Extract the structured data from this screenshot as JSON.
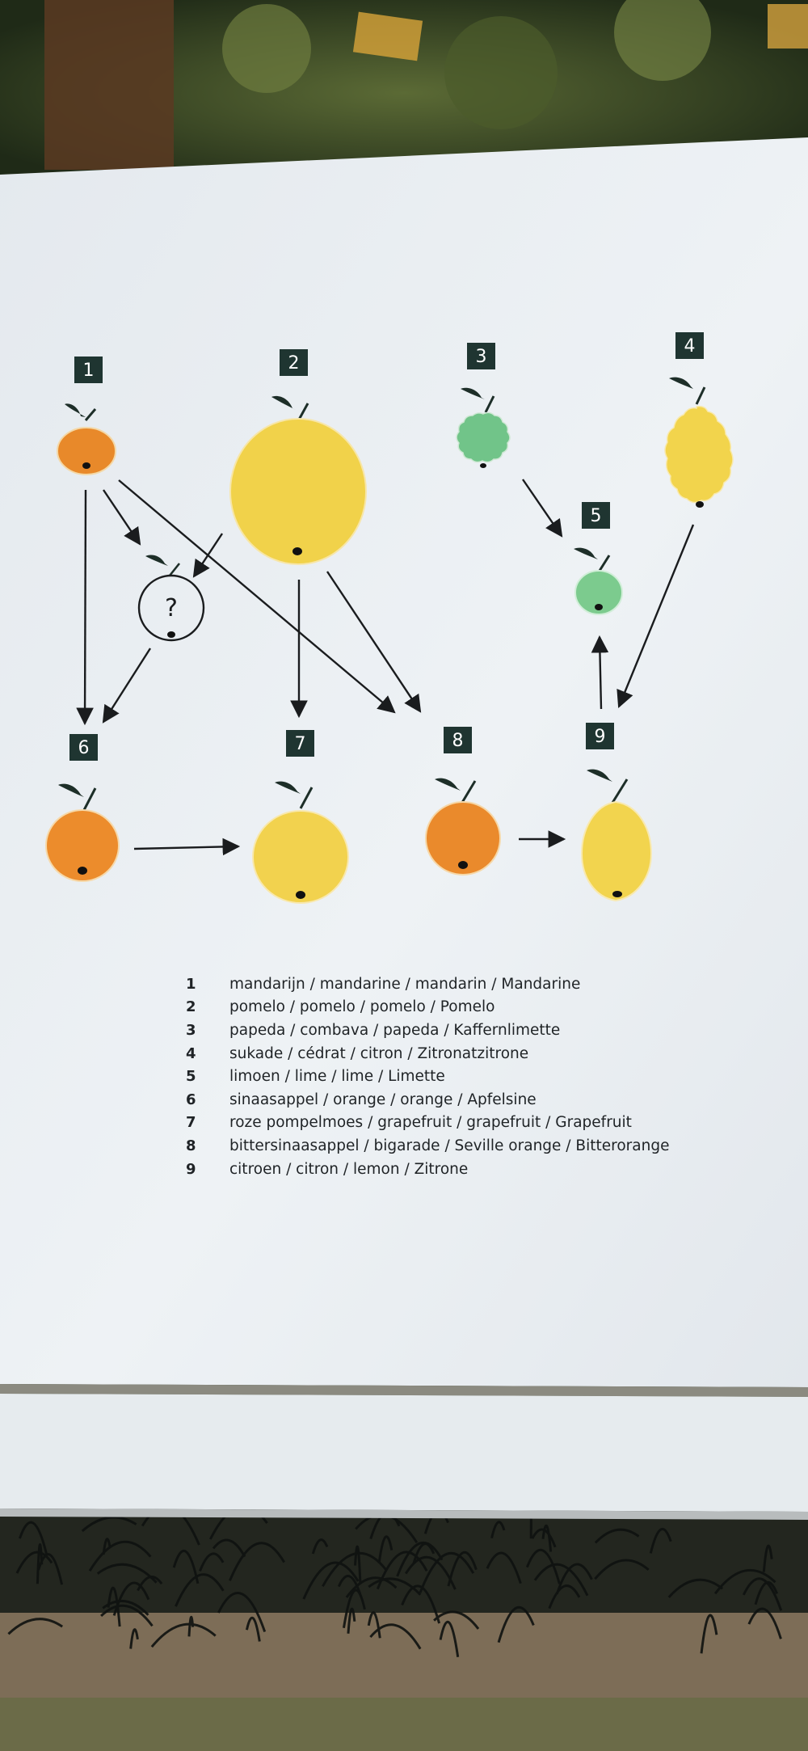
{
  "diagram": {
    "fruits": [
      {
        "id": 1,
        "label": "1",
        "color": "#e8892a",
        "size": "small",
        "shape": "round"
      },
      {
        "id": 2,
        "label": "2",
        "color": "#f1d24a",
        "size": "large",
        "shape": "round"
      },
      {
        "id": 3,
        "label": "3",
        "color": "#71c489",
        "size": "small",
        "shape": "bumpy"
      },
      {
        "id": 4,
        "label": "4",
        "color": "#f2d44c",
        "size": "medium",
        "shape": "bumpy-oblong"
      },
      {
        "id": 5,
        "label": "5",
        "color": "#7ccb8e",
        "size": "small",
        "shape": "round"
      },
      {
        "id": 6,
        "label": "6",
        "color": "#ec8c2c",
        "size": "medium",
        "shape": "round"
      },
      {
        "id": 7,
        "label": "7",
        "color": "#f2d24e",
        "size": "medium",
        "shape": "round"
      },
      {
        "id": 8,
        "label": "8",
        "color": "#ea8a2c",
        "size": "medium",
        "shape": "round"
      },
      {
        "id": 9,
        "label": "9",
        "color": "#f2d44e",
        "size": "medium",
        "shape": "oval"
      }
    ],
    "unknown_parent": {
      "symbol": "?"
    },
    "arrows": [
      {
        "from": "1",
        "to": "6"
      },
      {
        "from": "1",
        "to": "?"
      },
      {
        "from": "1",
        "to": "8"
      },
      {
        "from": "2",
        "to": "?"
      },
      {
        "from": "2",
        "to": "7"
      },
      {
        "from": "2",
        "to": "8"
      },
      {
        "from": "?",
        "to": "6"
      },
      {
        "from": "3",
        "to": "5"
      },
      {
        "from": "4",
        "to": "9"
      },
      {
        "from": "9",
        "to": "5"
      },
      {
        "from": "6",
        "to": "7"
      },
      {
        "from": "8",
        "to": "9"
      }
    ]
  },
  "legend": [
    {
      "num": "1",
      "text": "mandarijn / mandarine / mandarin / Mandarine"
    },
    {
      "num": "2",
      "text": "pomelo / pomelo / pomelo / Pomelo"
    },
    {
      "num": "3",
      "text": "papeda / combava / papeda / Kaffernlimette"
    },
    {
      "num": "4",
      "text": "sukade / cédrat / citron / Zitronatzitrone"
    },
    {
      "num": "5",
      "text": "limoen / lime / lime / Limette"
    },
    {
      "num": "6",
      "text": "sinaasappel / orange / orange / Apfelsine"
    },
    {
      "num": "7",
      "text": "roze pompelmoes / grapefruit / grapefruit / Grapefruit"
    },
    {
      "num": "8",
      "text": "bittersinaasappel / bigarade / Seville orange / Bitterorange"
    },
    {
      "num": "9",
      "text": "citroen / citron / lemon / Zitrone"
    }
  ],
  "colors": {
    "board": "#e9eef2",
    "label_box": "#1f3531",
    "leaf": "#1d2e28",
    "arrow": "#1a1c1e"
  }
}
